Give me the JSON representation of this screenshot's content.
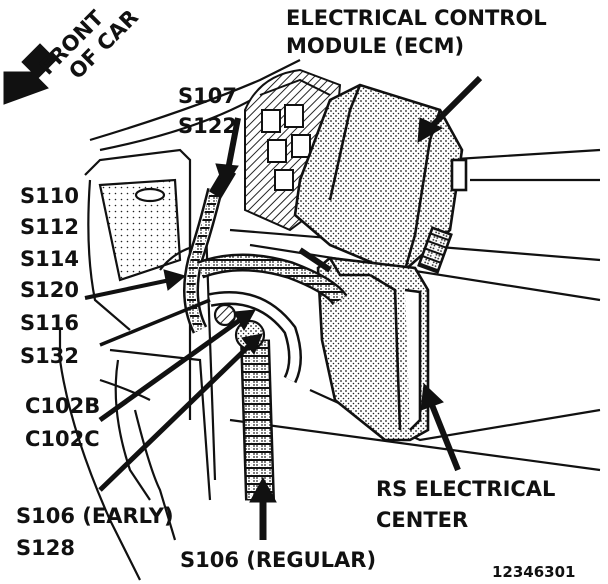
{
  "labels": {
    "front_of_car": [
      "FRONT",
      "OF CAR"
    ],
    "ecm": [
      "ELECTRICAL CONTROL",
      "MODULE (ECM)"
    ],
    "splice_top": [
      "S107",
      "S122"
    ],
    "splice_left": [
      "S110",
      "S112",
      "S114",
      "S120",
      "S116",
      "S132"
    ],
    "connectors": [
      "C102B",
      "C102C"
    ],
    "splice_early": [
      "S106 (EARLY)",
      "S128"
    ],
    "splice_regular": "S106 (REGULAR)",
    "rs_center": [
      "RS ELECTRICAL",
      "CENTER"
    ],
    "figure_id": "12346301"
  },
  "colors": {
    "ink": "#111111",
    "stipple": "#222222",
    "paper": "#ffffff"
  }
}
